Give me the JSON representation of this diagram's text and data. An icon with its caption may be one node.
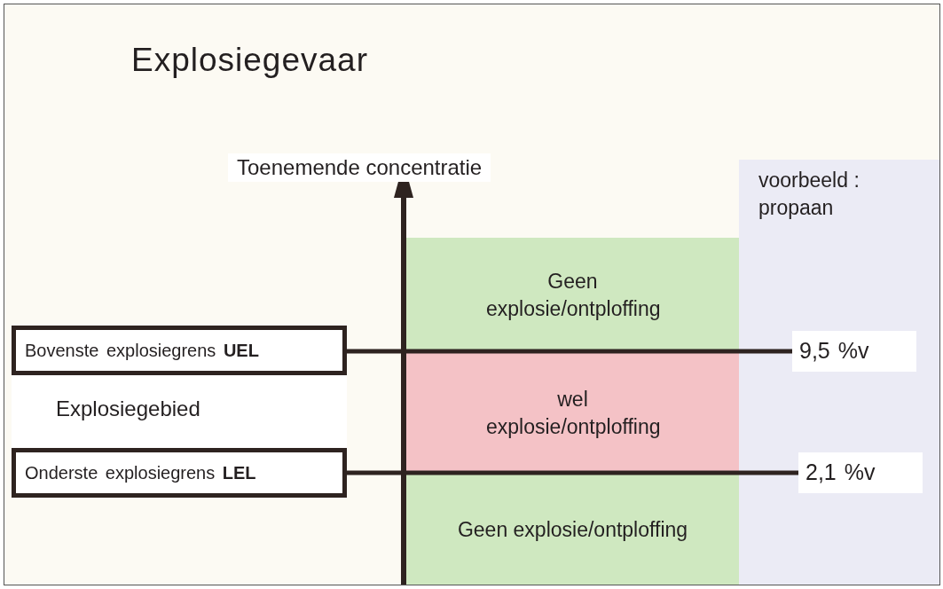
{
  "diagram": {
    "title": "Explosiegevaar",
    "nodes": [
      {
        "text": [
          "Bovenste explosiegrens **UEL**"
        ]
      },
      {
        "text": [
          "Onderste explosiegrens **LEL**"
        ]
      },
      {
        "text": [
          "Geen explosie/ontploffing"
        ]
      },
      {
        "text": [
          "wel explosie/ontploffing"
        ]
      },
      {
        "text": [
          "Geen explosie/ontploffing"
        ]
      },
      {
        "text": [
          "voorbeeld : propaan"
        ]
      },
      {
        "text": [
          "9,5 %v"
        ],
        "in": 5
      },
      {
        "text": [
          "2,1 %v"
        ],
        "in": 5
      }
    ],
    "edges": [
      {
        "from": 0,
        "to": 6,
        "arrow": "none"
      },
      {
        "from": 1,
        "to": 7,
        "arrow": "none"
      }
    ],
    "labels": [
      "Toenemende concentratie",
      "Explosiegebied"
    ]
  }
}
